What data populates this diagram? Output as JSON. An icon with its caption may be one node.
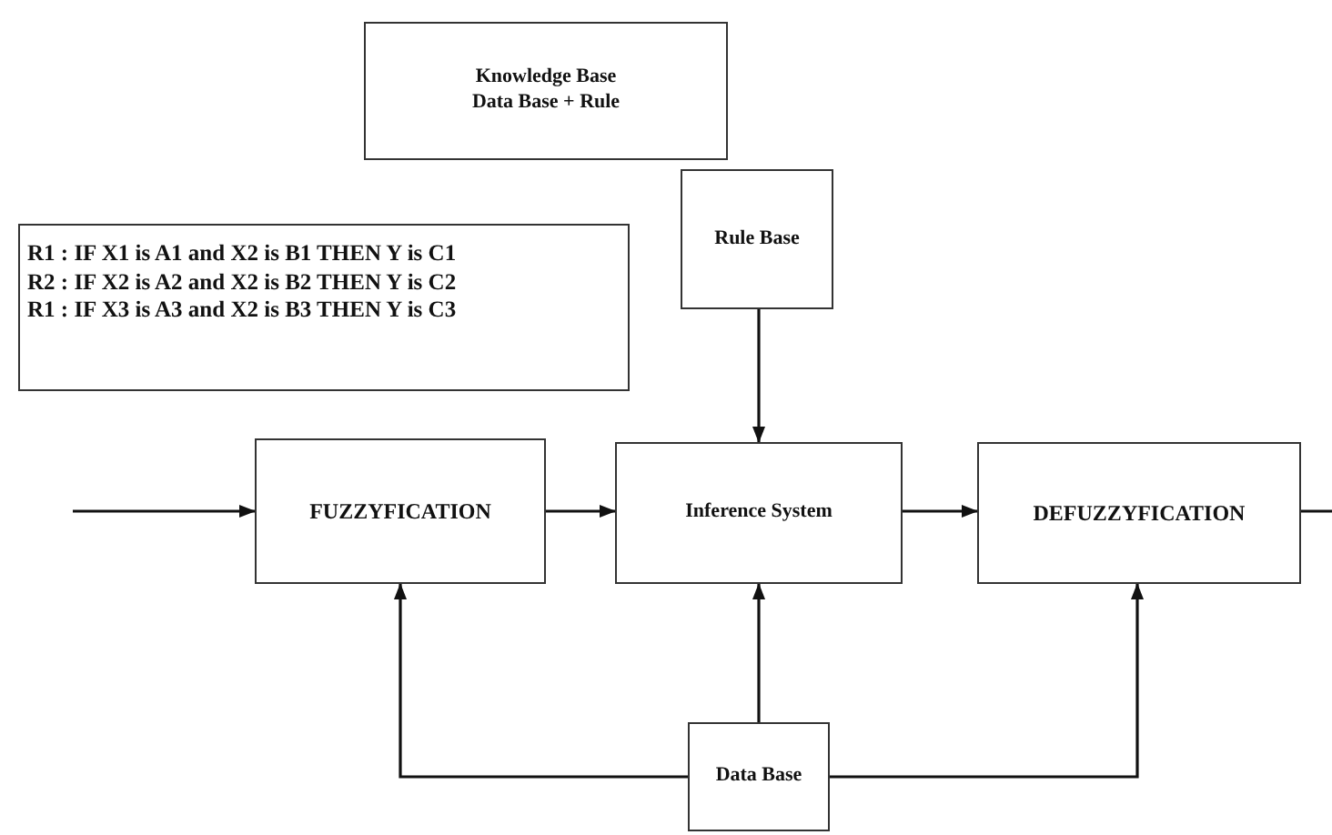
{
  "diagram": {
    "nodes": [
      {
        "text": [
          "Knowledge Base",
          "Data Base + Rule"
        ]
      },
      {
        "text": [
          "R1 : IF X1 is A1 and X2 is B1 THEN Y is C1",
          "R2 : IF X2 is A2 and X2 is B2 THEN Y is C2",
          "R1 : IF X3 is A3 and X2 is B3 THEN Y is C3"
        ]
      },
      {
        "text": [
          "Rule Base"
        ]
      },
      {
        "text": [
          "FUZZYFICATION"
        ]
      },
      {
        "text": [
          "Inference System"
        ]
      },
      {
        "text": [
          "DEFUZZYFICATION"
        ]
      },
      {
        "text": [
          "Data Base"
        ]
      }
    ],
    "edges": [
      {
        "from": null,
        "to": 3,
        "arrow": "to"
      },
      {
        "from": 3,
        "to": 4,
        "arrow": "to"
      },
      {
        "from": 4,
        "to": 5,
        "arrow": "to"
      },
      {
        "from": 5,
        "to": null,
        "arrow": "none"
      },
      {
        "from": 2,
        "to": 4,
        "arrow": "to"
      },
      {
        "from": 6,
        "to": 3,
        "arrow": "to"
      },
      {
        "from": 6,
        "to": 4,
        "arrow": "to"
      },
      {
        "from": 6,
        "to": 5,
        "arrow": "to"
      }
    ]
  }
}
